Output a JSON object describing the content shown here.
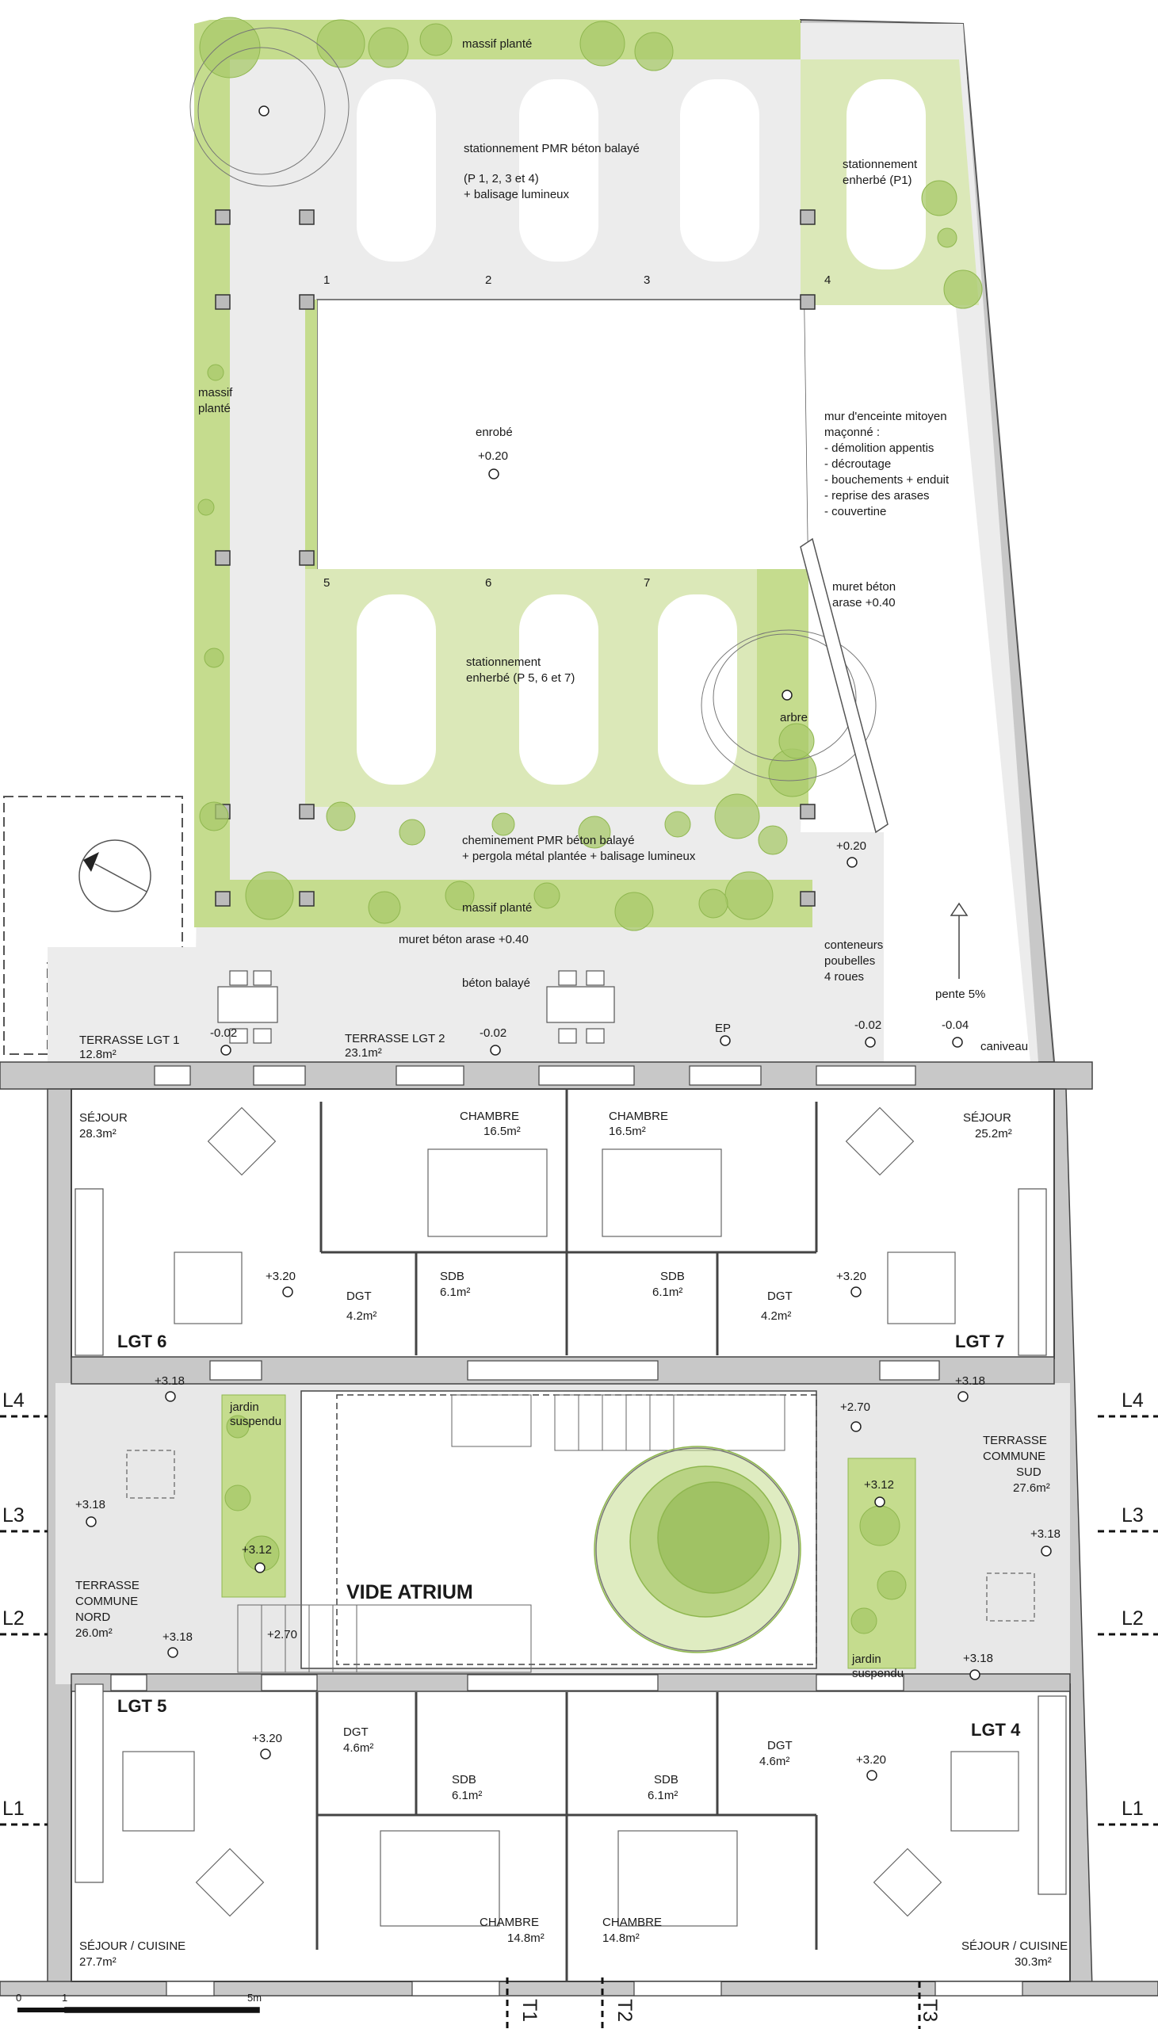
{
  "colors": {
    "planting": "#c5dc8e",
    "planting_light": "#dbe8b8",
    "tree": "#a8c96a",
    "tree_dark": "#8fb74f",
    "paving": "#e4e4e4",
    "wall": "#c8c8c8",
    "wall_stroke": "#555555"
  },
  "labels": {
    "massif_top": "massif planté",
    "parking_pmr": [
      "stationnement  PMR béton balayé",
      "(P 1, 2, 3 et 4)",
      "+ balisage lumineux"
    ],
    "parking_grass_p1": [
      "stationnement",
      "enherbé (P1)"
    ],
    "spot1": "1",
    "spot2": "2",
    "spot3": "3",
    "spot4": "4",
    "spot5": "5",
    "spot6": "6",
    "spot7": "7",
    "massif_left": [
      "massif",
      "planté"
    ],
    "enrobe": "enrobé",
    "enrobe_level": "+0.20",
    "mur": [
      "mur d'enceinte mitoyen",
      "maçonné :",
      "- démolition appentis",
      "- décroutage",
      "- bouchements + enduit",
      "- reprise des arases",
      "- couvertine"
    ],
    "muret_right": [
      "muret béton",
      "arase +0.40"
    ],
    "parking_grass_p567": [
      "stationnement",
      "enherbé (P 5, 6 et 7)"
    ],
    "arbre": "arbre",
    "chemin": [
      "cheminement  PMR béton balayé",
      "+ pergola métal plantée + balisage lumineux"
    ],
    "chemin_level": "+0.20",
    "massif_bottom": "massif planté",
    "muret_bottom": "muret béton arase +0.40",
    "beton_balaye": "béton balayé",
    "conteneurs": [
      "conteneurs",
      "poubelles",
      "4 roues"
    ],
    "pente": "pente 5%",
    "ep": "EP",
    "caniveau": "caniveau",
    "lvl_m002_a": "-0.02",
    "lvl_m002_b": "-0.02",
    "lvl_m002_c": "-0.02",
    "lvl_m004": "-0.04",
    "terrasse_lgt1": [
      "TERRASSE  LGT 1",
      "12.8m²"
    ],
    "terrasse_lgt2": [
      "TERRASSE LGT 2",
      "23.1m²"
    ],
    "sejour_l6": [
      "SÉJOUR",
      "28.3m²"
    ],
    "chambre_l6": [
      "CHAMBRE",
      "16.5m²"
    ],
    "chambre_l7": [
      "CHAMBRE",
      "16.5m²"
    ],
    "sejour_l7": [
      "SÉJOUR",
      "25.2m²"
    ],
    "lvl_320_l6": "+3.20",
    "dgt_l6": [
      "DGT",
      "4.2m²"
    ],
    "sdb_l6": [
      "SDB",
      "6.1m²"
    ],
    "sdb_l7": [
      "SDB",
      "6.1m²"
    ],
    "dgt_l7": [
      "DGT",
      "4.2m²"
    ],
    "lvl_320_l7": "+3.20",
    "lgt6": "LGT 6",
    "lgt7": "LGT 7",
    "lvl_318_a": "+3.18",
    "lvl_318_b": "+3.18",
    "lvl_318_c": "+3.18",
    "lvl_318_d": "+3.18",
    "lvl_318_e": "+3.18",
    "jardin_left": [
      "jardin",
      "suspendu"
    ],
    "lvl_270_a": "+2.70",
    "lvl_270_b": "+2.70",
    "terrasse_sud": [
      "TERRASSE",
      "COMMUNE",
      "SUD",
      "27.6m²"
    ],
    "lvl_312_a": "+3.12",
    "lvl_312_b": "+3.12",
    "terrasse_nord": [
      "TERRASSE",
      "COMMUNE",
      "NORD",
      "26.0m²"
    ],
    "vide_atrium": "VIDE ATRIUM",
    "jardin_right": [
      "jardin",
      "suspendu"
    ],
    "lgt5": "LGT 5",
    "lgt4": "LGT 4",
    "lvl_320_l5": "+3.20",
    "dgt_l5": [
      "DGT",
      "4.6m²"
    ],
    "sdb_l5": [
      "SDB",
      "6.1m²"
    ],
    "sdb_l4": [
      "SDB",
      "6.1m²"
    ],
    "dgt_l4": [
      "DGT",
      "4.6m²"
    ],
    "lvl_320_l4": "+3.20",
    "sejour_l5": [
      "SÉJOUR / CUISINE",
      "27.7m²"
    ],
    "chambre_l5": [
      "CHAMBRE",
      "14.8m²"
    ],
    "chambre_l4": [
      "CHAMBRE",
      "14.8m²"
    ],
    "sejour_l4": [
      "SÉJOUR / CUISINE",
      "30.3m²"
    ],
    "axis_L1": "L1",
    "axis_L2": "L2",
    "axis_L3": "L3",
    "axis_L4": "L4",
    "axis_T1": "T1",
    "axis_T2": "T2",
    "axis_T3": "T3",
    "scale_0": "0",
    "scale_1": "1",
    "scale_5": "5m"
  }
}
